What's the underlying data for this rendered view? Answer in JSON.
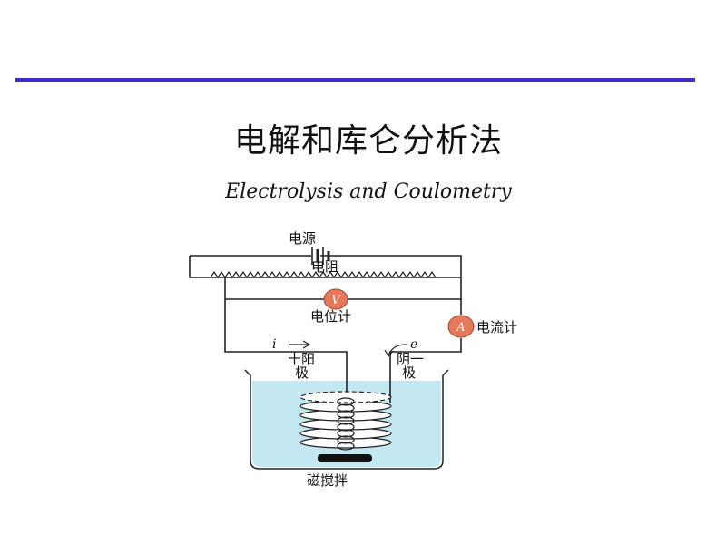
{
  "title": "电解和库仑分析法",
  "subtitle": "Electrolysis and Coulometry",
  "diagram": {
    "power_source_label": "电源",
    "resistor_label": "电阻",
    "voltmeter_symbol": "V",
    "voltmeter_label": "电位计",
    "ammeter_symbol": "A",
    "ammeter_label": "电流计",
    "current_symbol": "i",
    "electron_symbol": "e",
    "anode_label_line1": "十阳",
    "anode_label_line2": "极",
    "cathode_label_line1": "阴一",
    "cathode_label_line2": "极",
    "stirrer_label": "磁搅拌",
    "colors": {
      "meter_fill": "#e8785a",
      "solution": "#c4e8f2",
      "wire": "#222222",
      "title_bar": "#3c2ec8"
    }
  }
}
